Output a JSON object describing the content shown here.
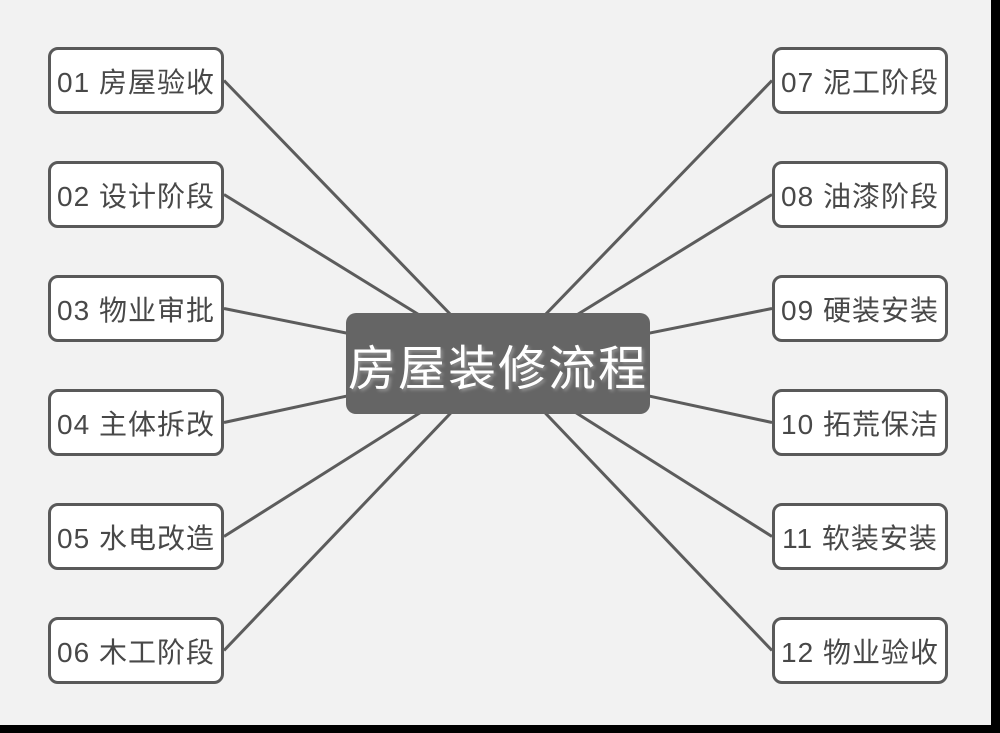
{
  "title": {
    "label": "房屋装修流程"
  },
  "nodes": {
    "left": [
      {
        "label": "01 房屋验收"
      },
      {
        "label": "02 设计阶段"
      },
      {
        "label": "03 物业审批"
      },
      {
        "label": "04 主体拆改"
      },
      {
        "label": "05 水电改造"
      },
      {
        "label": "06 木工阶段"
      }
    ],
    "right": [
      {
        "label": "07 泥工阶段"
      },
      {
        "label": "08 油漆阶段"
      },
      {
        "label": "09 硬装安装"
      },
      {
        "label": "10 拓荒保洁"
      },
      {
        "label": "11 软装安装"
      },
      {
        "label": "12 物业验收"
      }
    ]
  },
  "colors": {
    "background": "#f2f2f2",
    "node_fill": "#ffffff",
    "node_border": "#595959",
    "node_text": "#484848",
    "center_fill": "#656565",
    "center_text": "#ffffff",
    "connector": "#5c5c5c",
    "edge_strip": "#000000"
  }
}
